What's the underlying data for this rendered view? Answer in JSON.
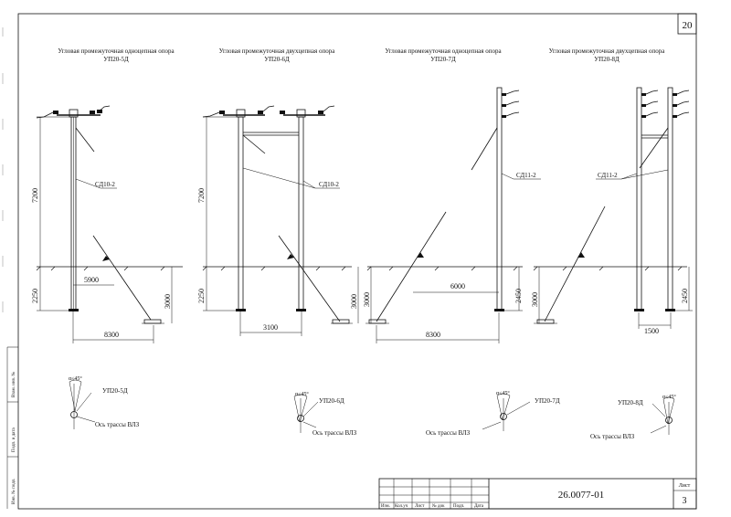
{
  "sheet": {
    "page_number": "20",
    "document_code": "26.0077-01",
    "sheet_label": "Лист",
    "sheet_number": "3",
    "title_block_headers": [
      "Изм.",
      "Кол.уч",
      "Лист",
      "№ док",
      "Подп.",
      "Дата"
    ]
  },
  "supports": [
    {
      "title_line1": "Угловая промежуточная одноцепная опора",
      "title_line2": "УП20-5Д",
      "strut": "СД10-2",
      "height": "7200",
      "depth": "2250",
      "strut_depth": "3000",
      "offset": "5900",
      "base": "8300",
      "plan_angle": "α≤45°",
      "plan_label": "УП20-5Д",
      "axis_label": "Ось трассы ВЛЗ"
    },
    {
      "title_line1": "Угловая промежуточная двухцепная опора",
      "title_line2": "УП20-6Д",
      "strut": "СД10-2",
      "height": "7200",
      "depth": "2250",
      "strut_depth": "3000",
      "spacing": "3100",
      "plan_angle": "α≤45°",
      "plan_label": "УП20-6Д",
      "axis_label": "Ось трассы ВЛЗ"
    },
    {
      "title_line1": "Угловая промежуточная одноцепная опора",
      "title_line2": "УП20-7Д",
      "strut": "СД11-2",
      "strut_depth": "3000",
      "depth": "2450",
      "offset": "6000",
      "base": "8300",
      "plan_angle": "α≤45°",
      "plan_label": "УП20-7Д",
      "axis_label": "Ось трассы ВЛЗ"
    },
    {
      "title_line1": "Угловая промежуточная двухцепная опора",
      "title_line2": "УП20-8Д",
      "strut": "СД11-2",
      "strut_depth": "3000",
      "depth": "2450",
      "spacing": "1500",
      "plan_angle": "α≤45°",
      "plan_label": "УП20-8Д",
      "axis_label": "Ось трассы ВЛЗ"
    }
  ],
  "left_margin_stamps": [
    "Инв. № подл.",
    "Подп. и дата",
    "Взам. инв. №"
  ]
}
